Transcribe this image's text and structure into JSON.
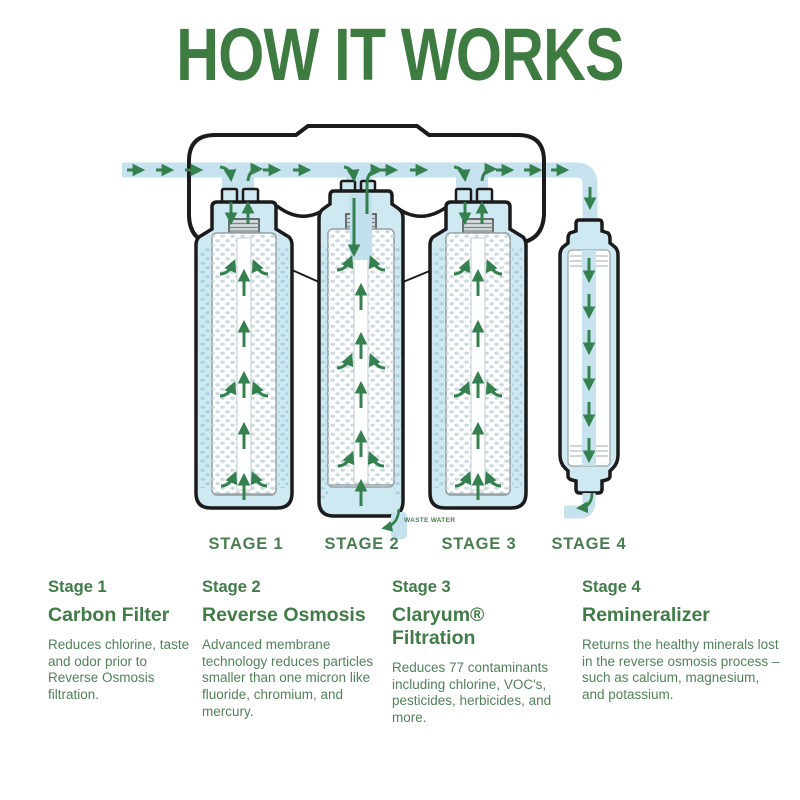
{
  "title": "HOW IT WORKS",
  "colors": {
    "title_green": "#3e7b40",
    "heading_green": "#417c48",
    "body_green": "#52815a",
    "arrow_green": "#35804f",
    "pipe_blue": "#c6e2ee",
    "tank_blue": "#cfe9f3",
    "outline_black": "#1b1b1b"
  },
  "diagram": {
    "stage_labels": [
      "STAGE 1",
      "STAGE 2",
      "STAGE 3",
      "STAGE 4"
    ],
    "waste_water_label": "WASTE WATER"
  },
  "stages": [
    {
      "label": "Stage 1",
      "name": "Carbon Filter",
      "description": "Reduces chlorine, taste and odor prior to Reverse Osmosis filtration."
    },
    {
      "label": "Stage 2",
      "name": "Reverse Osmosis",
      "description": "Advanced membrane technology reduces particles smaller than one micron like fluoride, chromium, and mercury."
    },
    {
      "label": "Stage 3",
      "name": "Claryum® Filtration",
      "description": "Reduces 77 contaminants including chlorine, VOC's, pesticides, herbicides, and more."
    },
    {
      "label": "Stage 4",
      "name": "Remineralizer",
      "description": "Returns the healthy minerals lost in the reverse osmosis process – such as calcium, magnesium, and potassium."
    }
  ]
}
